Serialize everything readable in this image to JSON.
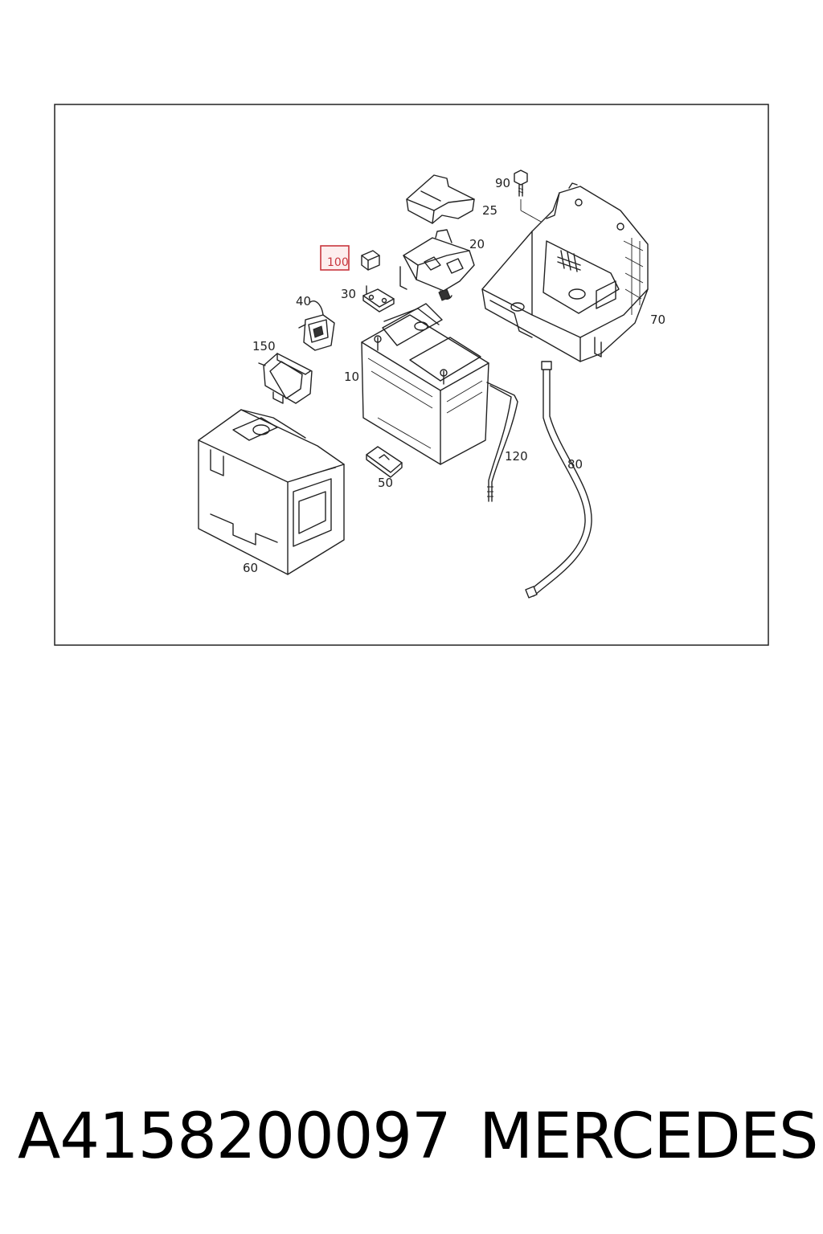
{
  "diagram": {
    "callouts": [
      {
        "id": "10",
        "label": "10"
      },
      {
        "id": "20",
        "label": "20"
      },
      {
        "id": "25",
        "label": "25"
      },
      {
        "id": "30",
        "label": "30"
      },
      {
        "id": "40",
        "label": "40"
      },
      {
        "id": "50",
        "label": "50"
      },
      {
        "id": "60",
        "label": "60"
      },
      {
        "id": "70",
        "label": "70"
      },
      {
        "id": "80",
        "label": "80"
      },
      {
        "id": "90",
        "label": "90"
      },
      {
        "id": "100",
        "label": "100",
        "highlighted": true
      },
      {
        "id": "120",
        "label": "120"
      },
      {
        "id": "150",
        "label": "150"
      }
    ],
    "highlight_color": "#c8363d"
  },
  "footer": {
    "part_number": "A4158200097",
    "brand": "MERCEDES"
  }
}
